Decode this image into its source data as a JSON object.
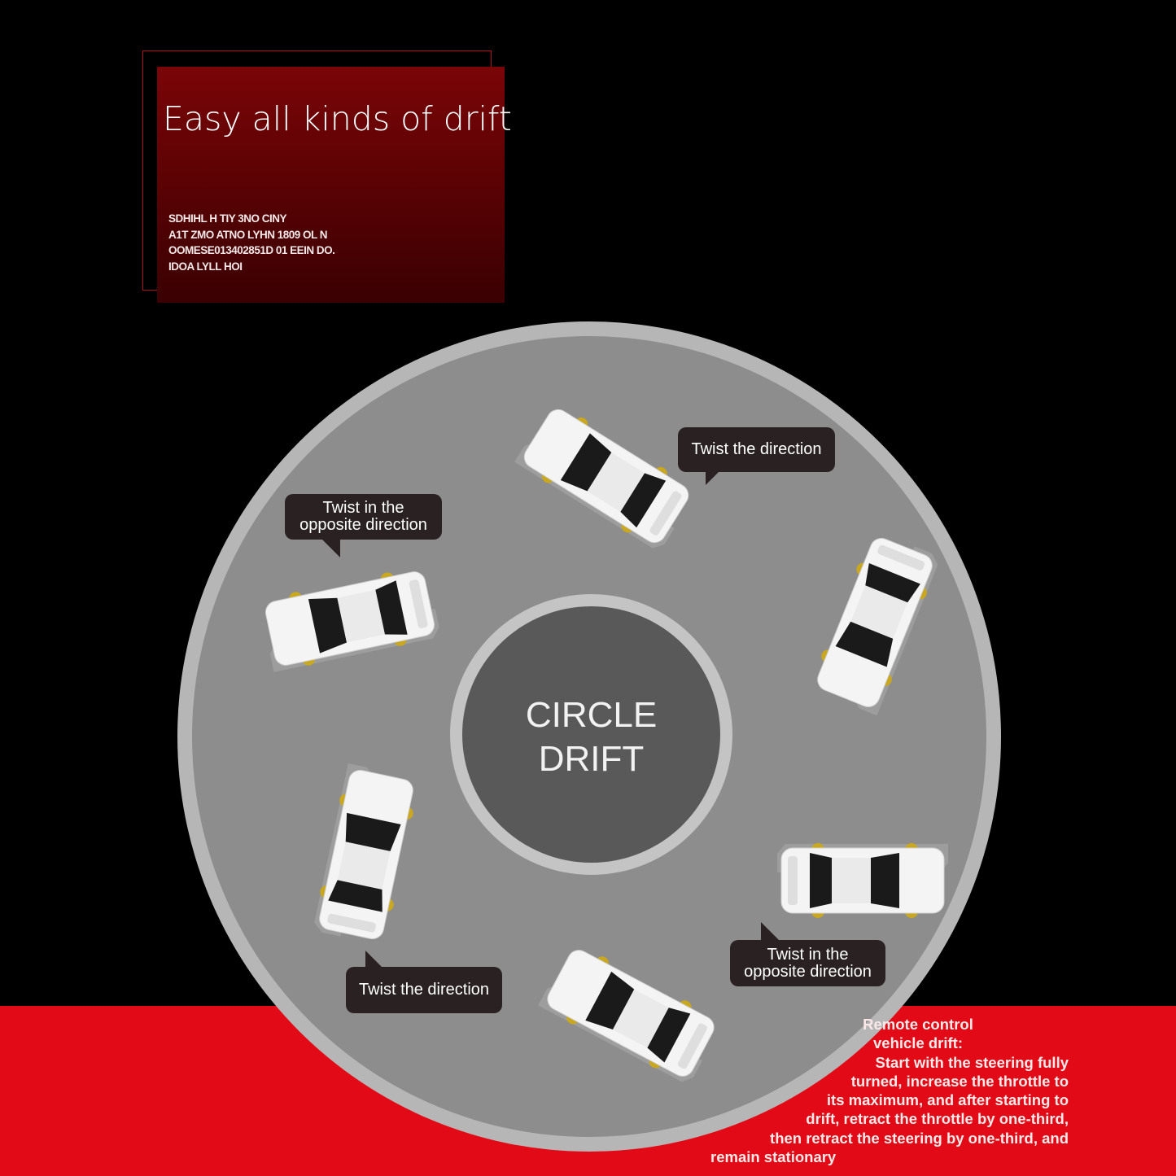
{
  "header": {
    "title": "Easy all kinds of drift",
    "subtext": [
      "SDHIHL H TIY 3NO CINY",
      "A1T ZMO ATNO LYHN 1809 OL N",
      "OOMESE013402851D 01 EEIN DO.",
      "IDOA LYLL HOI"
    ]
  },
  "diagram": {
    "center_label": [
      "CIRCLE",
      "DRIFT"
    ],
    "bubbles": [
      {
        "text": [
          "Twist the direction"
        ]
      },
      {
        "text": [
          "Twist in the",
          "opposite direction"
        ]
      },
      {
        "text": [
          "Twist the direction"
        ]
      },
      {
        "text": [
          "Twist in the",
          "opposite direction"
        ]
      }
    ]
  },
  "note": {
    "heading": [
      "Remote control",
      "vehicle drift:"
    ],
    "lines": [
      "Start with the steering fully",
      "turned, increase the throttle to",
      "its maximum, and after starting to",
      "drift, retract the throttle by one-third,",
      "then retract the steering by one-third, and",
      "remain stationary"
    ]
  },
  "colors": {
    "red": "#e10a16",
    "dark_red": "#5a0204",
    "track": "#8d8d8d"
  }
}
